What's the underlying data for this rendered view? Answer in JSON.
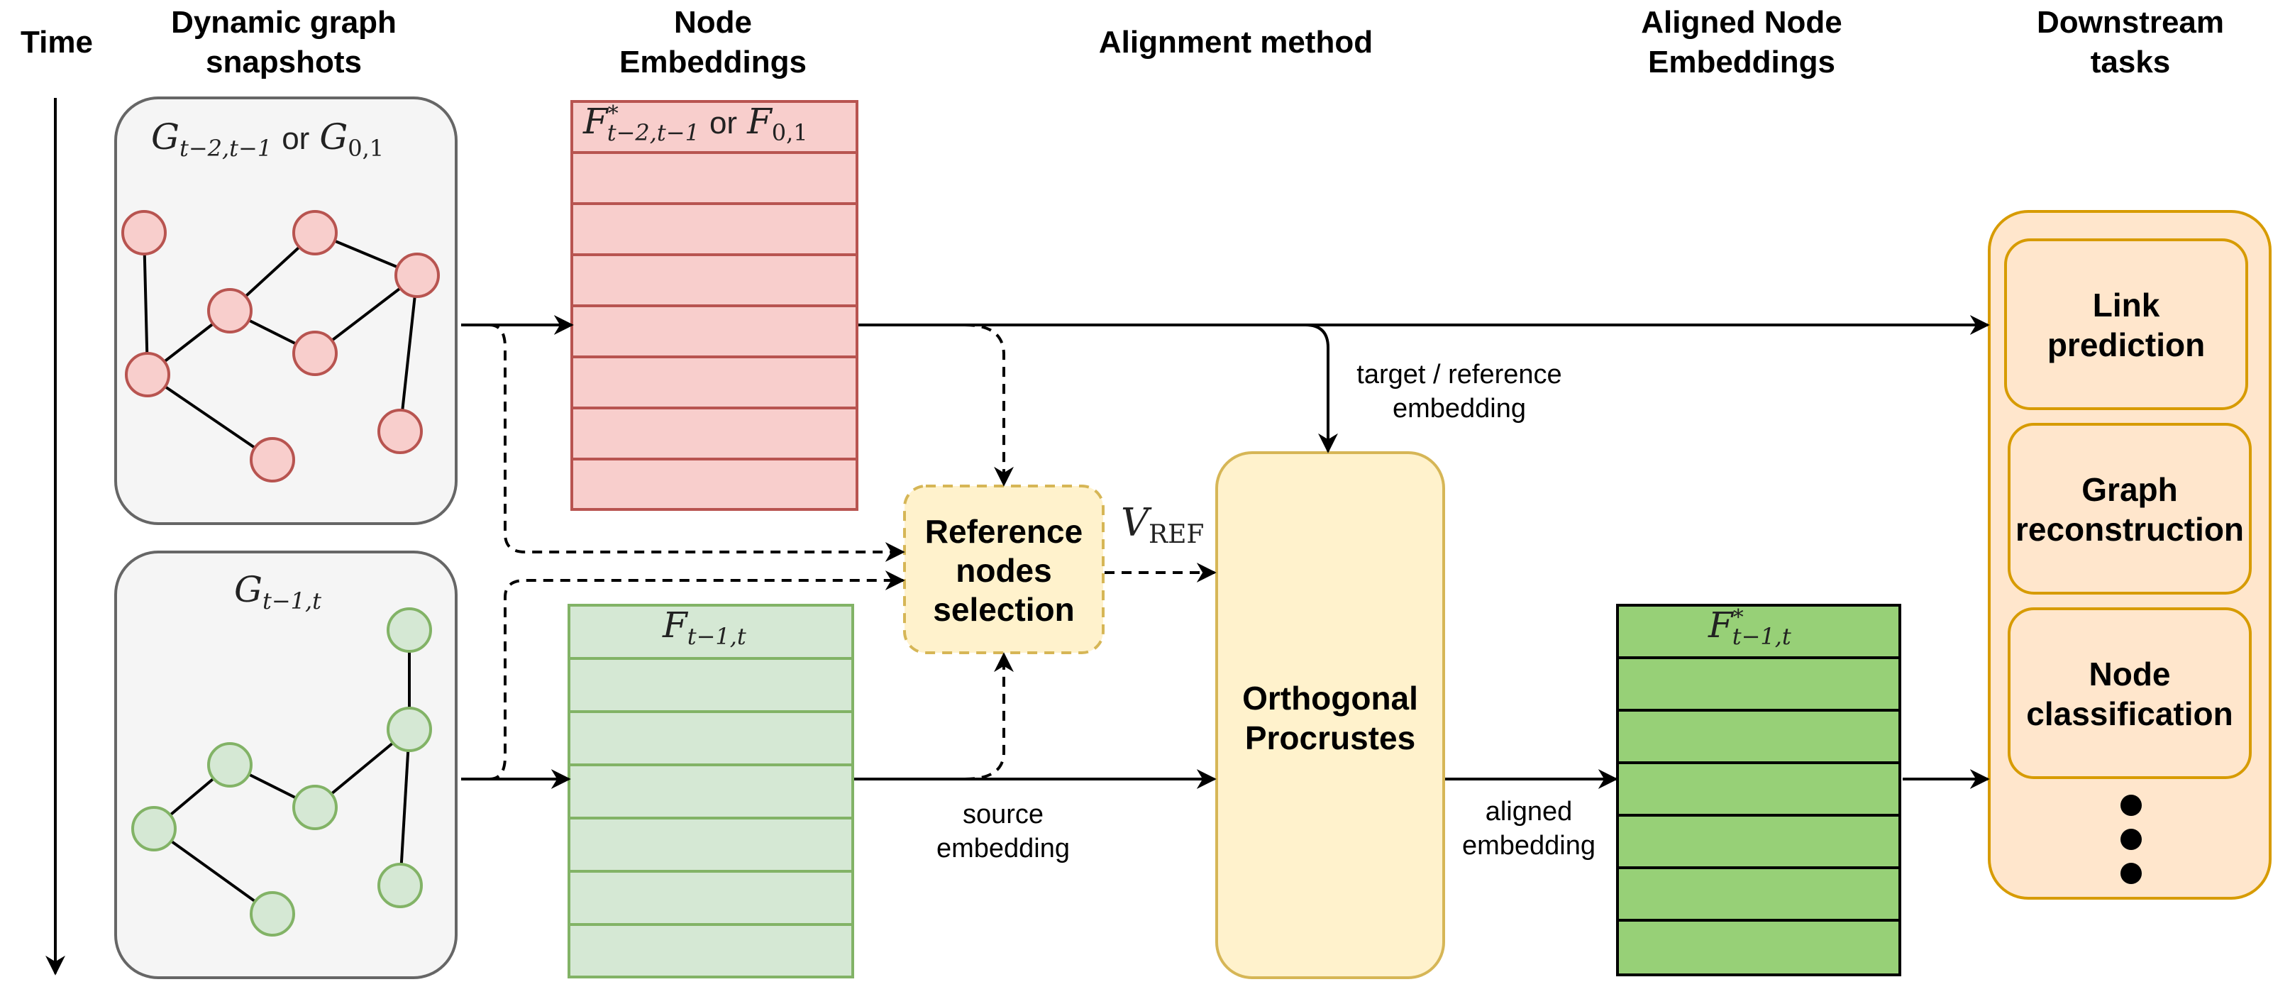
{
  "headers": {
    "time": "Time",
    "snapshots_line1": "Dynamic graph",
    "snapshots_line2": "snapshots",
    "embeddings_line1": "Node",
    "embeddings_line2": "Embeddings",
    "alignment": "Alignment method",
    "aligned_line1": "Aligned Node",
    "aligned_line2": "Embeddings",
    "downstream_line1": "Downstream",
    "downstream_line2": "tasks"
  },
  "snapshots": {
    "top": {
      "g1": "G",
      "g1_sub": "t−2,t−1",
      "or": "or",
      "g2": "G",
      "g2_sub": "0,1"
    },
    "bottom": {
      "g": "G",
      "g_sub": "t−1,t"
    }
  },
  "matrices": {
    "top": {
      "f1": "F",
      "f1_sup": "*",
      "f1_sub": "t−2,t−1",
      "or": "or",
      "f2": "F",
      "f2_sub": "0,1"
    },
    "bottom": {
      "f": "F",
      "f_sub": "t−1,t"
    },
    "aligned": {
      "f": "F",
      "f_sup": "*",
      "f_sub": "t−1,t"
    }
  },
  "reference": {
    "line1": "Reference",
    "line2": "nodes",
    "line3": "selection"
  },
  "vref": {
    "v": "V",
    "sub": "REF"
  },
  "procrustes": {
    "line1": "Orthogonal",
    "line2": "Procrustes"
  },
  "edge_labels": {
    "target_line1": "target / reference",
    "target_line2": "embedding",
    "source_line1": "source",
    "source_line2": "embedding",
    "aligned_line1": "aligned",
    "aligned_line2": "embedding"
  },
  "tasks": {
    "link_line1": "Link",
    "link_line2": "prediction",
    "graph_line1": "Graph",
    "graph_line2": "reconstruction",
    "node_line1": "Node",
    "node_line2": "classification"
  },
  "colors": {
    "red_fill": "#f8cecc",
    "red_stroke": "#b85450",
    "green_fill": "#d5e8d4",
    "green_stroke": "#82b366",
    "aligned_fill": "#97d077",
    "yellow_fill": "#fff2cc",
    "yellow_stroke": "#d6b656",
    "orange_fill": "#ffe6cc",
    "orange_stroke": "#d79b00",
    "grey_fill": "#f5f5f5",
    "grey_stroke": "#666666"
  }
}
